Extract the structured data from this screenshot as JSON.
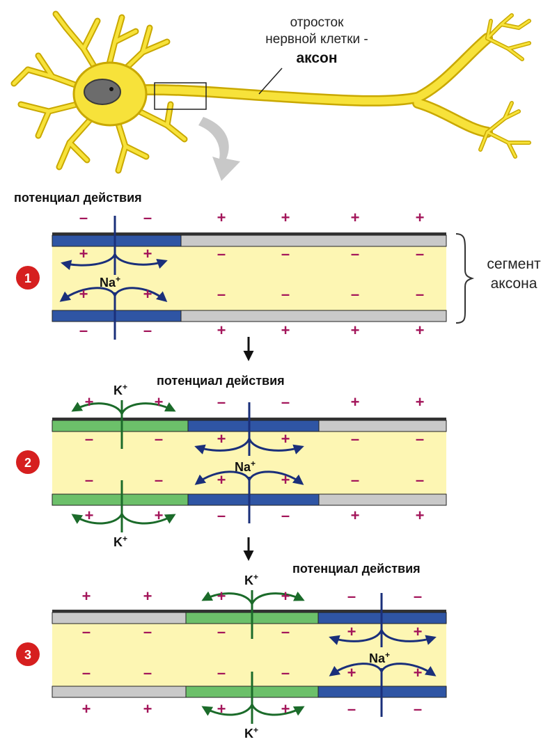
{
  "neuron": {
    "axon_label_line1": "отросток",
    "axon_label_line2": "нервной клетки -",
    "axon_label_line3": "аксон"
  },
  "segment_label_line1": "сегмент",
  "segment_label_line2": "аксона",
  "panels": [
    {
      "number": "1",
      "title": "потенциал действия",
      "na_label": "Na",
      "k_top_label": "",
      "k_bottom_label": "",
      "outer_top_signs": [
        "–",
        "–",
        "+",
        "+",
        "+",
        "+"
      ],
      "inner_top_signs": [
        "+",
        "+",
        "–",
        "–",
        "–",
        "–"
      ],
      "inner_bottom_signs": [
        "+",
        "+",
        "–",
        "–",
        "–",
        "–"
      ],
      "outer_bottom_signs": [
        "–",
        "–",
        "+",
        "+",
        "+",
        "+"
      ]
    },
    {
      "number": "2",
      "title": "потенциал действия",
      "na_label": "Na",
      "k_top_label": "K",
      "k_bottom_label": "K",
      "outer_top_signs": [
        "+",
        "+",
        "–",
        "–",
        "+",
        "+"
      ],
      "inner_top_signs": [
        "–",
        "–",
        "+",
        "+",
        "–",
        "–"
      ],
      "inner_bottom_signs": [
        "–",
        "–",
        "+",
        "+",
        "–",
        "–"
      ],
      "outer_bottom_signs": [
        "+",
        "+",
        "–",
        "–",
        "+",
        "+"
      ]
    },
    {
      "number": "3",
      "title": "потенциал действия",
      "na_label": "Na",
      "k_top_label": "K",
      "k_bottom_label": "K",
      "outer_top_signs": [
        "+",
        "+",
        "+",
        "+",
        "–",
        "–"
      ],
      "inner_top_signs": [
        "–",
        "–",
        "–",
        "–",
        "+",
        "+"
      ],
      "inner_bottom_signs": [
        "–",
        "–",
        "–",
        "–",
        "+",
        "+"
      ],
      "outer_bottom_signs": [
        "+",
        "+",
        "+",
        "+",
        "–",
        "–"
      ]
    }
  ],
  "ion_charge": "+",
  "colors": {
    "neuron_yellow": "#f7e23a",
    "neuron_outline": "#c9a800",
    "axoplasm": "#fdf6b3",
    "membrane_grey": "#c9c9c9",
    "membrane_blue": "#2f55a4",
    "membrane_green": "#6cc06a",
    "na_arrow": "#1a2f7a",
    "k_arrow": "#1b6b2a",
    "sign_color": "#a3155a",
    "badge_red": "#d61f1f"
  }
}
